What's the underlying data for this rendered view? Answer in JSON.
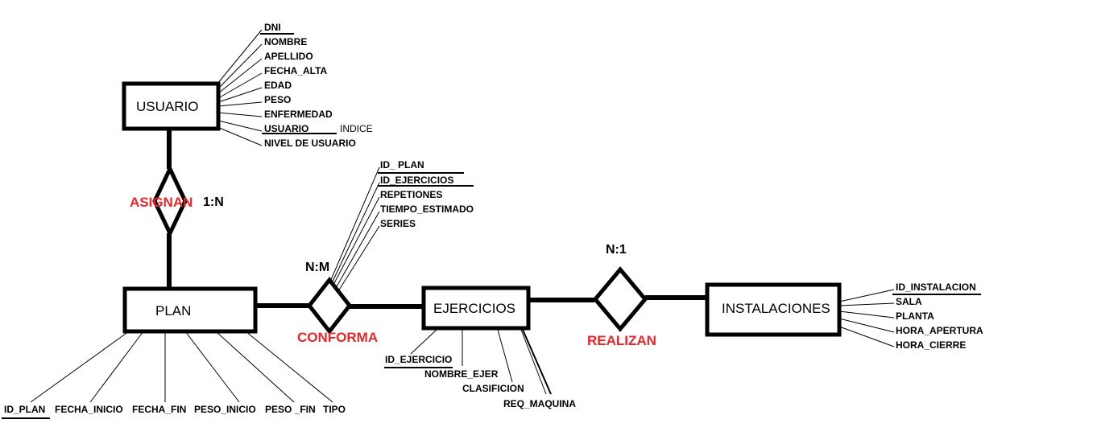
{
  "colors": {
    "relationship": "#e8262b",
    "line": "#000000",
    "background": "#ffffff"
  },
  "entities": {
    "usuario": {
      "label": "USUARIO",
      "attributes": [
        "DNI",
        "NOMBRE",
        "APELLIDO",
        "FECHA_ALTA",
        "EDAD",
        "PESO",
        "ENFERMEDAD",
        "USUARIO",
        "NIVEL DE USUARIO"
      ],
      "key_attributes": [
        "DNI",
        "USUARIO"
      ],
      "note": "INDICE"
    },
    "plan": {
      "label": "PLAN",
      "attributes": [
        "ID_PLAN",
        "FECHA_INICIO",
        "FECHA_FIN",
        "PESO_INICIO",
        "PESO _FIN",
        "TIPO"
      ],
      "key_attributes": [
        "ID_PLAN"
      ]
    },
    "ejercicios": {
      "label": "EJERCICIOS",
      "attributes": [
        "ID_EJERCICIO",
        "NOMBRE_EJER",
        "CLASIFICION",
        "REQ_MAQUINA"
      ],
      "key_attributes": [
        "ID_EJERCICIO"
      ]
    },
    "instalaciones": {
      "label": "INSTALACIONES",
      "attributes": [
        "ID_INSTALACION",
        "SALA",
        "PLANTA",
        "HORA_APERTURA",
        "HORA_CIERRE"
      ],
      "key_attributes": [
        "ID_INSTALACION"
      ]
    }
  },
  "relationships": {
    "asignan": {
      "label": "ASIGNAN",
      "cardinality": "1:N"
    },
    "conforma": {
      "label": "CONFORMA",
      "cardinality": "N:M",
      "attributes": [
        "ID_ PLAN",
        "ID_EJERCICIOS",
        "REPETIONES",
        "TIEMPO_ESTIMADO",
        "SERIES"
      ],
      "key_attributes": [
        "ID_EJERCICIOS"
      ]
    },
    "realizan": {
      "label": "REALIZAN",
      "cardinality": "N:1"
    }
  }
}
